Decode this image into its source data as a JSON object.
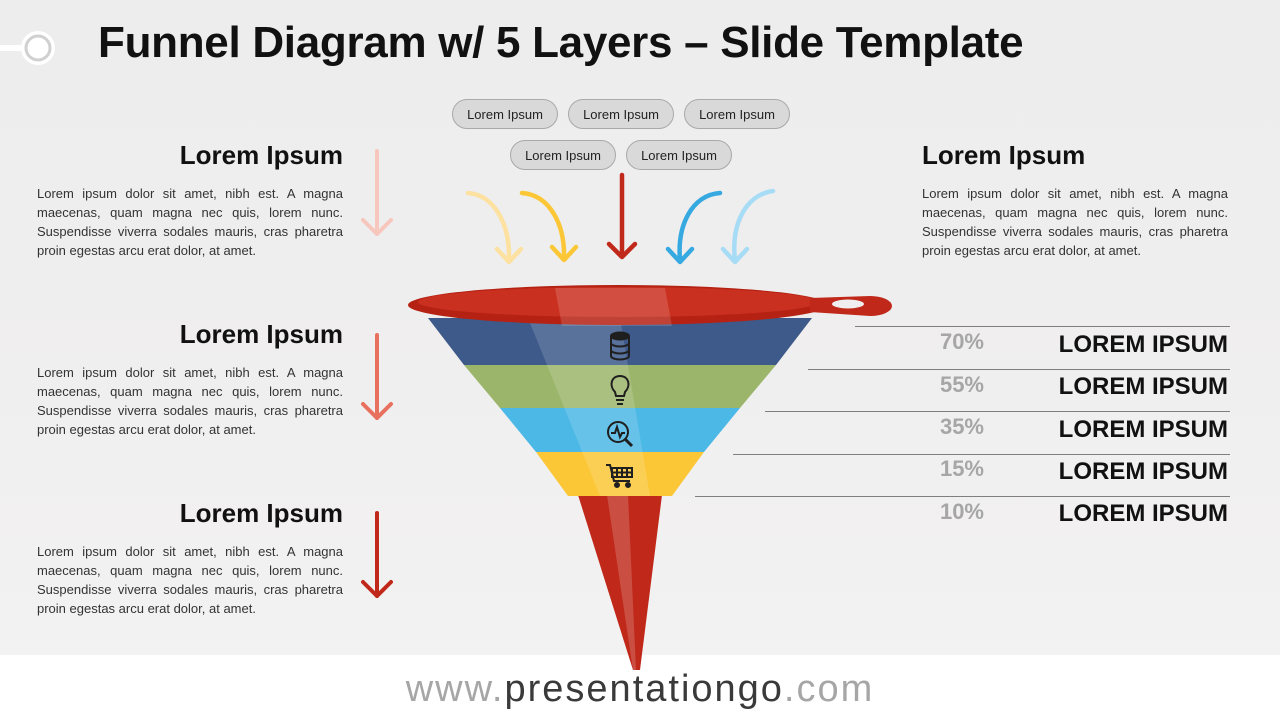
{
  "title": "Funnel Diagram w/ 5 Layers – Slide Template",
  "pills": [
    "Lorem Ipsum",
    "Lorem Ipsum",
    "Lorem Ipsum",
    "Lorem Ipsum",
    "Lorem Ipsum"
  ],
  "left_blocks": [
    {
      "heading": "Lorem Ipsum",
      "text": "Lorem ipsum dolor sit amet, nibh est. A magna maecenas, quam magna nec quis, lorem nunc. Suspendisse viverra sodales mauris, cras pharetra proin egestas arcu erat dolor, at amet."
    },
    {
      "heading": "Lorem Ipsum",
      "text": "Lorem ipsum dolor sit amet, nibh est. A magna maecenas, quam magna nec quis, lorem nunc. Suspendisse viverra sodales mauris, cras pharetra proin egestas arcu erat dolor, at amet."
    },
    {
      "heading": "Lorem Ipsum",
      "text": "Lorem ipsum dolor sit amet, nibh est. A magna maecenas, quam magna nec quis, lorem nunc. Suspendisse viverra sodales mauris, cras pharetra proin egestas arcu erat dolor, at amet."
    }
  ],
  "right_block": {
    "heading": "Lorem Ipsum",
    "text": "Lorem ipsum dolor sit amet, nibh est. A magna maecenas, quam magna nec quis, lorem nunc. Suspendisse viverra sodales mauris, cras pharetra proin egestas arcu erat dolor, at amet."
  },
  "layers": [
    {
      "percent": "70%",
      "label": "LOREM IPSUM",
      "color": "#3d5a8a",
      "icon": "database-icon"
    },
    {
      "percent": "55%",
      "label": "LOREM IPSUM",
      "color": "#9bb66b",
      "icon": "lightbulb-icon"
    },
    {
      "percent": "35%",
      "label": "LOREM IPSUM",
      "color": "#4cb8e6",
      "icon": "analytics-search-icon"
    },
    {
      "percent": "15%",
      "label": "LOREM IPSUM",
      "color": "#fbc737",
      "icon": "shopping-cart-icon"
    },
    {
      "percent": "10%",
      "label": "LOREM IPSUM"
    }
  ],
  "colors": {
    "funnel_rim": "#c0281a",
    "funnel_stem": "#c0281a",
    "arrow_red": "#c0281a",
    "arrow_yellow": "#fbc737",
    "arrow_blue": "#36a9e1"
  },
  "footer": {
    "prefix": "www.",
    "brand": "presentationgo",
    "suffix": ".com"
  }
}
